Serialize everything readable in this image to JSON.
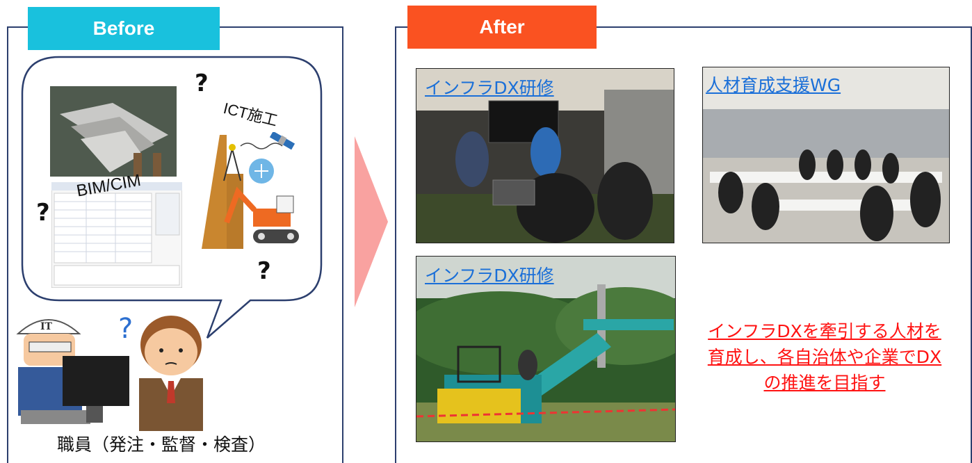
{
  "before": {
    "tab_label": "Before",
    "bim_label": "BIM/CIM",
    "ict_label": "ICT施工",
    "question_mark": "?",
    "staff_caption": "職員（発注・監督・検査）",
    "colors": {
      "tab": "#19c1dd",
      "border": "#2c3f6e"
    }
  },
  "after": {
    "tab_label": "After",
    "photos": [
      {
        "label": "インフラDX研修"
      },
      {
        "label": "人材育成支援WG"
      },
      {
        "label": "インフラDX研修"
      }
    ],
    "goal_text": "インフラDXを牽引する人材を育成し、各自治体や企業でDXの推進を目指す",
    "colors": {
      "tab": "#fa5221",
      "goal": "#ff1212",
      "link": "#1a6fd8"
    }
  },
  "arrow": {
    "color": "#f9a2a0"
  }
}
